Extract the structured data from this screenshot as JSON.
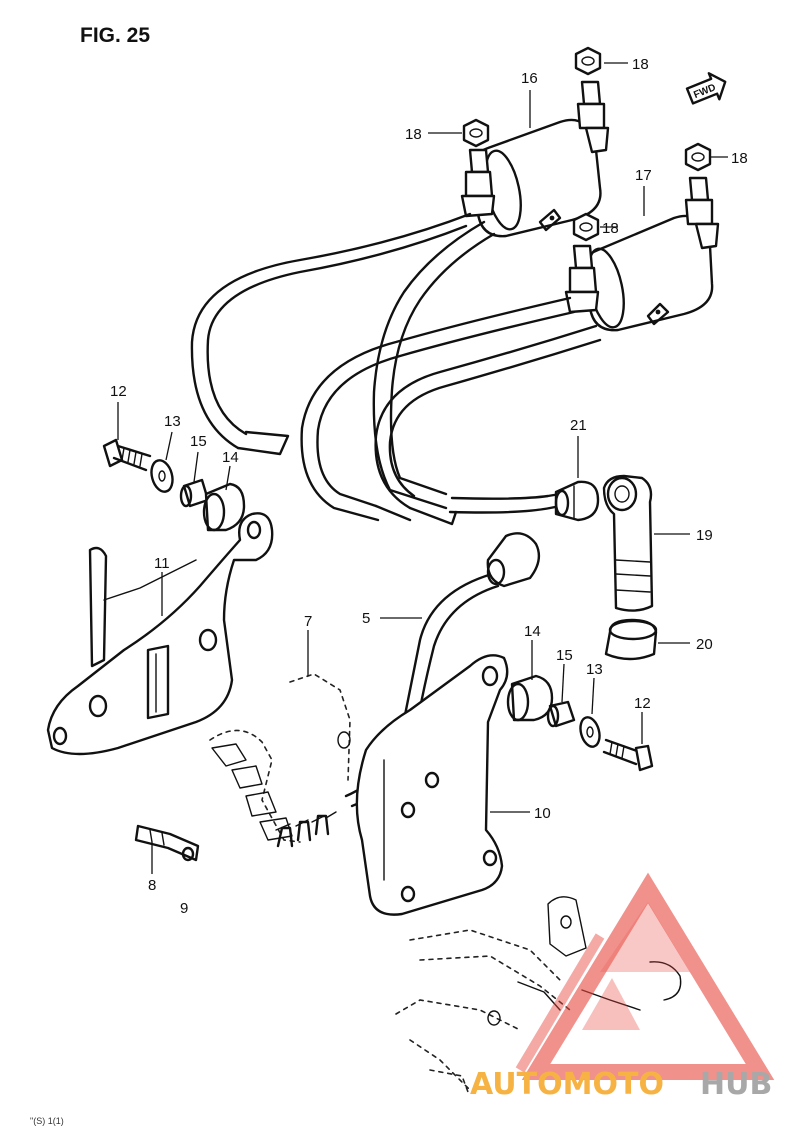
{
  "figure": {
    "title": "FIG. 25",
    "forward_label": "FWD",
    "footer_code": "\"(S) 1(1)"
  },
  "callouts": [
    {
      "id": "c16",
      "label": "16"
    },
    {
      "id": "c18a",
      "label": "18"
    },
    {
      "id": "c18b",
      "label": "18"
    },
    {
      "id": "c18c",
      "label": "18"
    },
    {
      "id": "c18d",
      "label": "18"
    },
    {
      "id": "c17",
      "label": "17"
    },
    {
      "id": "c21",
      "label": "21"
    },
    {
      "id": "c19",
      "label": "19"
    },
    {
      "id": "c20",
      "label": "20"
    },
    {
      "id": "c12a",
      "label": "12"
    },
    {
      "id": "c13a",
      "label": "13"
    },
    {
      "id": "c15a",
      "label": "15"
    },
    {
      "id": "c14a",
      "label": "14"
    },
    {
      "id": "c11",
      "label": "11"
    },
    {
      "id": "c7",
      "label": "7"
    },
    {
      "id": "c5",
      "label": "5"
    },
    {
      "id": "c14b",
      "label": "14"
    },
    {
      "id": "c15b",
      "label": "15"
    },
    {
      "id": "c13b",
      "label": "13"
    },
    {
      "id": "c12b",
      "label": "12"
    },
    {
      "id": "c10",
      "label": "10"
    },
    {
      "id": "c8",
      "label": "8"
    },
    {
      "id": "c9",
      "label": "9"
    }
  ],
  "watermark": {
    "brand_part1": "AUTOMOTO",
    "brand_part2": "HUB",
    "color_primary": "#f5a623",
    "color_secondary": "#999999",
    "triangle_color": "#e8473f"
  }
}
